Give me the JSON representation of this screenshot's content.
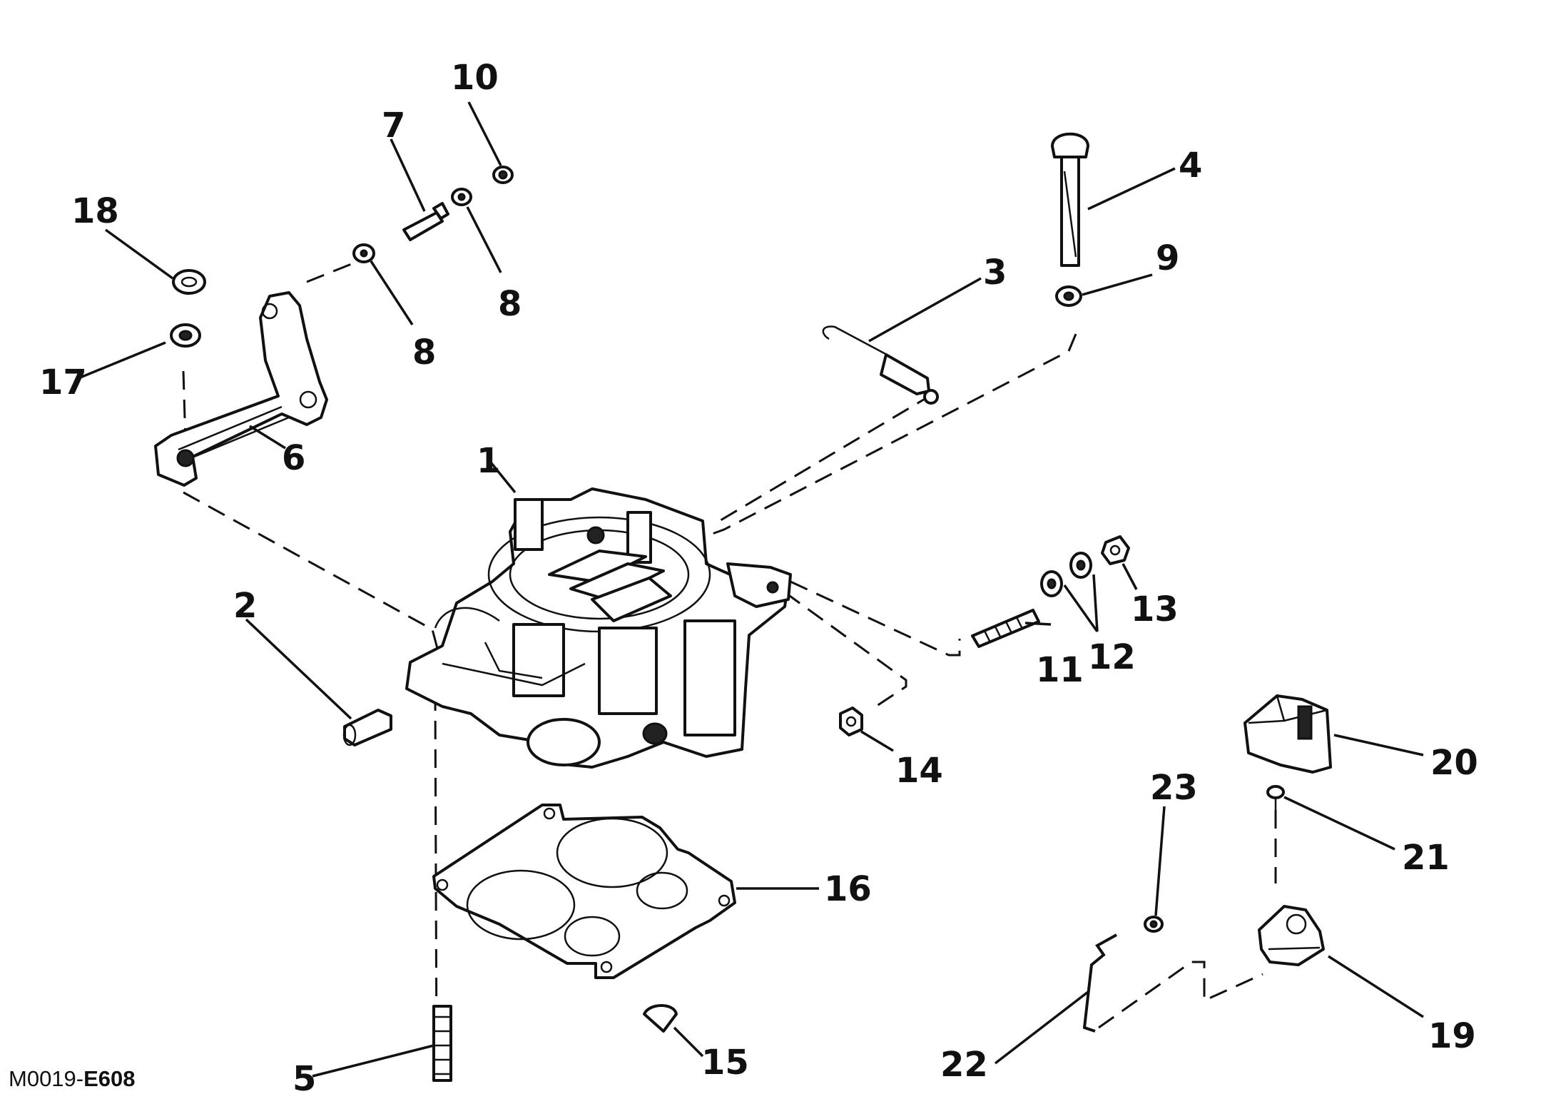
{
  "figure_code": {
    "prefix": "M0019-",
    "suffix": "E608"
  },
  "callouts": {
    "c1": "1",
    "c2": "2",
    "c3": "3",
    "c4": "4",
    "c5": "5",
    "c6": "6",
    "c7": "7",
    "c8a": "8",
    "c8b": "8",
    "c9": "9",
    "c10": "10",
    "c11": "11",
    "c12": "12",
    "c13": "13",
    "c14": "14",
    "c15": "15",
    "c16": "16",
    "c17": "17",
    "c18": "18",
    "c19": "19",
    "c20": "20",
    "c21": "21",
    "c22": "22",
    "c23": "23"
  }
}
